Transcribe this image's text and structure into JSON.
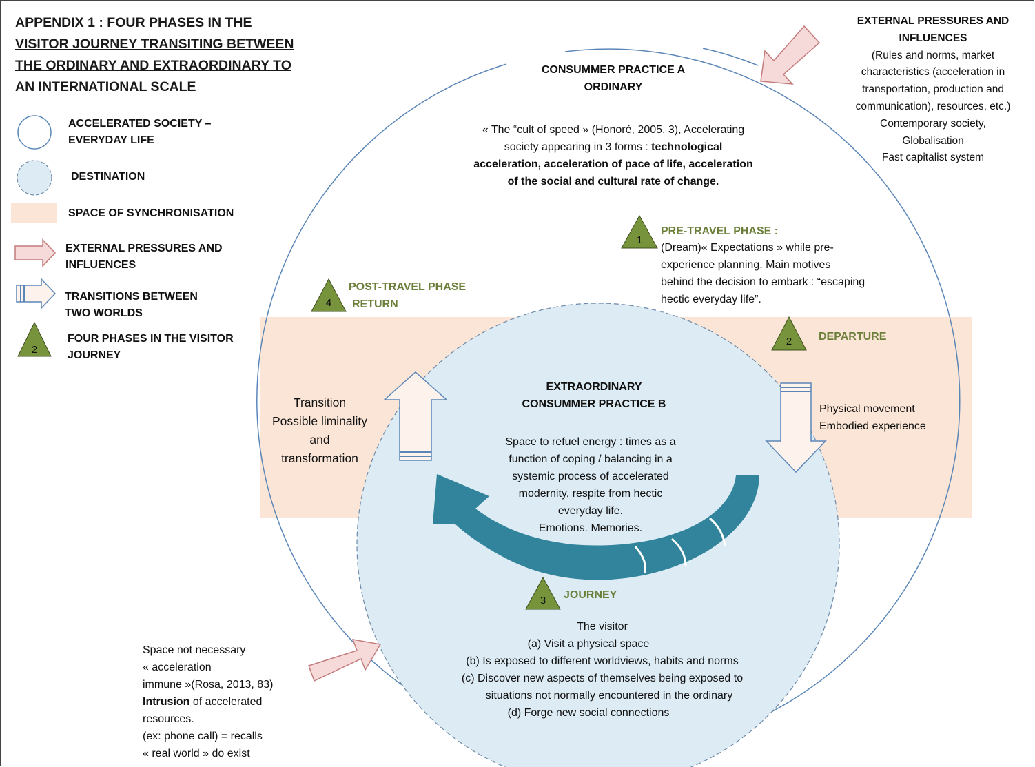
{
  "title": {
    "line1": "APPENDIX 1 : FOUR PHASES IN THE",
    "line2": "VISITOR JOURNEY TRANSITING BETWEEN",
    "line3": "THE ORDINARY AND EXTRAORDINARY TO",
    "line4": "AN INTERNATIONAL SCALE"
  },
  "legend": {
    "accelerated_l1": "ACCELERATED SOCIETY –",
    "accelerated_l2": "EVERYDAY LIFE",
    "destination": "DESTINATION",
    "synchronisation": "SPACE OF SYNCHRONISATION",
    "external_l1": "EXTERNAL PRESSURES AND",
    "external_l2": "INFLUENCES",
    "transitions_l1": "TRANSITIONS BETWEEN",
    "transitions_l2": "TWO WORLDS",
    "phases_l1": "FOUR PHASES IN THE VISITOR",
    "phases_l2": "JOURNEY",
    "phases_num": "2"
  },
  "external_box": {
    "h1": "EXTERNAL PRESSURES AND",
    "h2": "INFLUENCES",
    "l1": "(Rules and norms, market",
    "l2": "characteristics (acceleration in",
    "l3": "transportation, production and",
    "l4": "communication), resources, etc.)",
    "l5": "Contemporary society,",
    "l6": "Globalisation",
    "l7": "Fast capitalist system"
  },
  "practice_a": {
    "h1": "CONSUMMER PRACTICE A",
    "h2": "ORDINARY",
    "q1": "« The “cult of speed » (Honoré, 2005, 3), Accelerating",
    "q2a": "society appearing in 3 forms : ",
    "q2b": "technological",
    "q3": "acceleration, acceleration of pace of life, acceleration",
    "q4": "of the social and cultural rate of change."
  },
  "phase1": {
    "num": "1",
    "label": "PRE-TRAVEL PHASE :",
    "l1": "(Dream)« Expectations » while pre-",
    "l2": "experience planning. Main motives",
    "l3": "behind the decision to embark : “escaping",
    "l4": "hectic everyday life”."
  },
  "phase2": {
    "num": "2",
    "label": "DEPARTURE"
  },
  "phase3": {
    "num": "3",
    "label": "JOURNEY"
  },
  "phase4": {
    "num": "4",
    "label1": "POST-TRAVEL PHASE",
    "label2": "RETURN"
  },
  "transition": {
    "l1": "Transition",
    "l2": "Possible liminality",
    "l3": "and",
    "l4": "transformation"
  },
  "physical": {
    "l1": "Physical movement",
    "l2": "Embodied experience"
  },
  "practice_b": {
    "h1": "EXTRAORDINARY",
    "h2": "CONSUMMER PRACTICE B",
    "l1": "Space to refuel energy : times as a",
    "l2": "function of coping / balancing in a",
    "l3": "systemic process of accelerated",
    "l4": "modernity, respite from hectic",
    "l5": "everyday life.",
    "l6": "Emotions. Memories."
  },
  "visitor": {
    "head": "The visitor",
    "a": "(a)   Visit a physical space",
    "b": "(b)   Is exposed to different worldviews, habits and norms",
    "c1": "(c)   Discover new aspects of themselves being exposed to",
    "c2": "situations not normally encountered in the ordinary",
    "d": "(d)   Forge new social connections"
  },
  "space_note": {
    "l1": "Space not necessary",
    "l2": "« acceleration",
    "l3": "immune »(Rosa, 2013, 83)",
    "l4a": "Intrusion",
    "l4b": " of accelerated",
    "l5": "resources.",
    "l6": "(ex: phone call) = recalls",
    "l7": "« real world » do exist"
  },
  "colors": {
    "outer_circle": "#5b86b8",
    "destination_fill": "#dcebf4",
    "sync_fill": "#fbe5d6",
    "pink_arrow_fill": "#f6dada",
    "pink_arrow_stroke": "#c47b7b",
    "triangle_fill": "#77933c",
    "cycle_arrow": "#31849b",
    "phase_label": "#6b7f3a"
  }
}
